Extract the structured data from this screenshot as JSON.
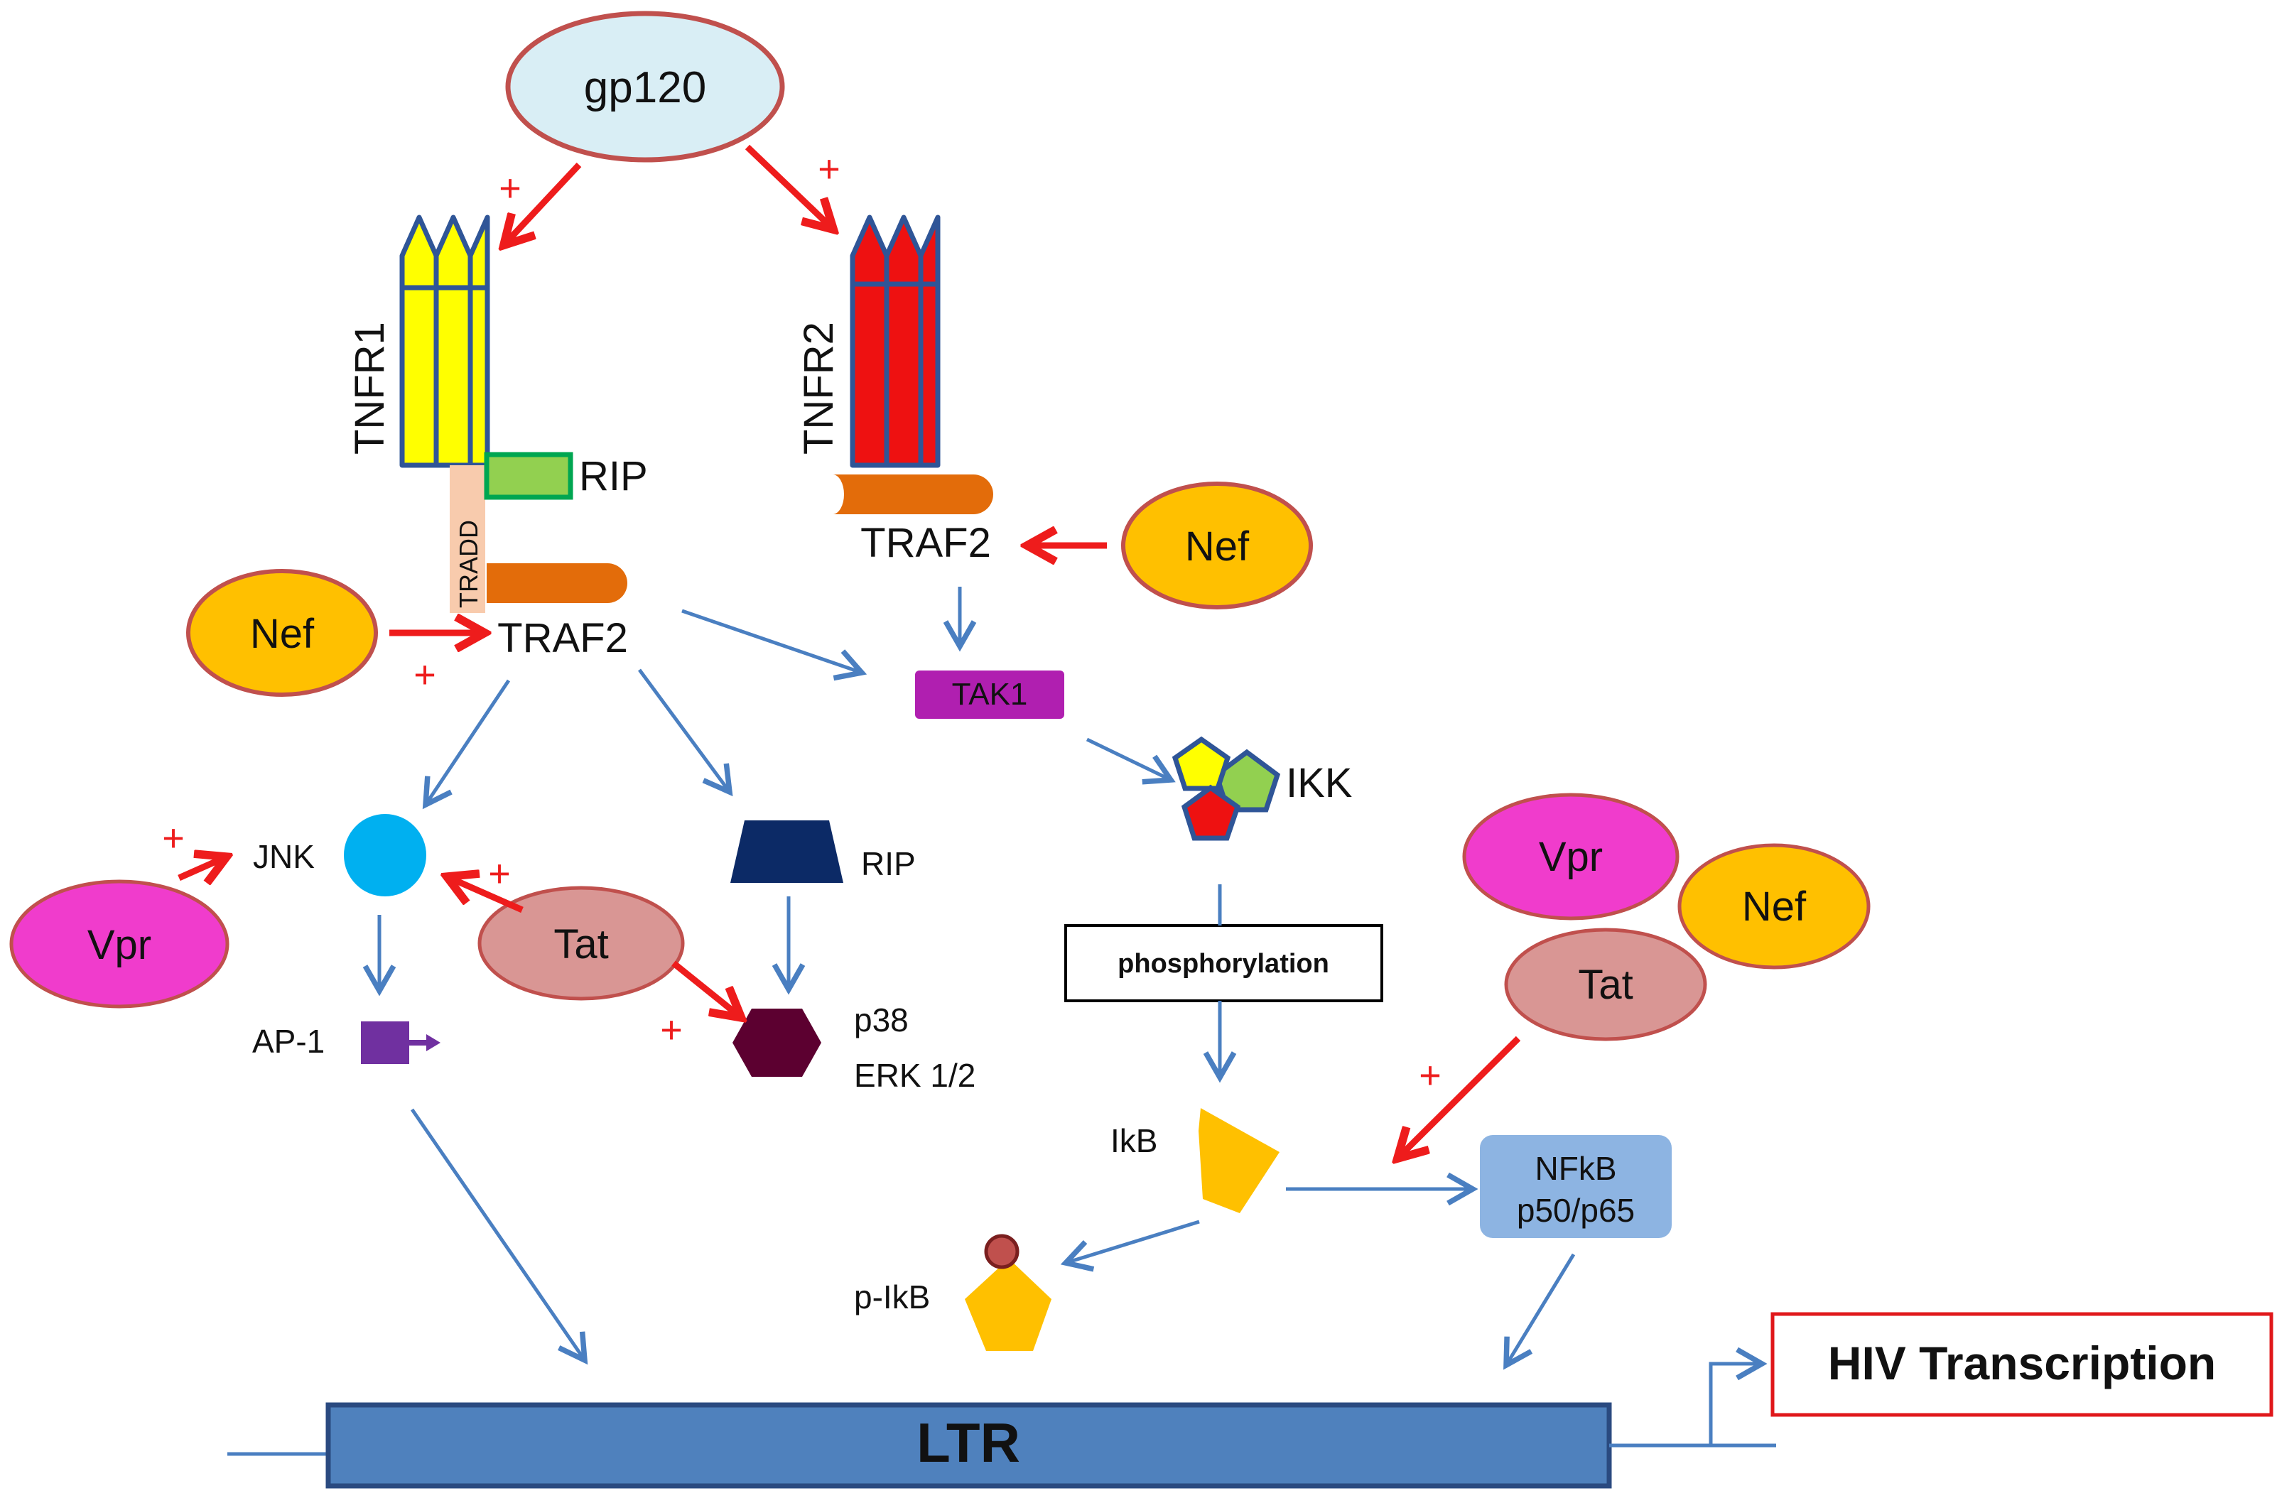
{
  "labels": {
    "gp120": "gp120",
    "tnfr1": "TNFR1",
    "tnfr2": "TNFR2",
    "rip_receptor": "RIP",
    "tradd": "TRADD",
    "traf2_left": "TRAF2",
    "traf2_right": "TRAF2",
    "nef_left": "Nef",
    "nef_right": "Nef",
    "nef_cluster": "Nef",
    "tak1": "TAK1",
    "ikk": "IKK",
    "jnk": "JNK",
    "rip_kinase": "RIP",
    "vpr_left": "Vpr",
    "vpr_cluster": "Vpr",
    "tat_center": "Tat",
    "tat_cluster": "Tat",
    "ap1": "AP-1",
    "p38": "p38",
    "erk": "ERK 1/2",
    "phosphorylation": "phosphorylation",
    "ikb": "IkB",
    "p_ikb": "p-IkB",
    "nfkb_line1": "NFkB",
    "nfkb_line2": "p50/p65",
    "ltr": "LTR",
    "hiv_transcription": "HIV Transcription"
  },
  "plus_sign": "+",
  "colors": {
    "arrow_blue": "#4a7fc1",
    "arrow_red": "#ee1c1c",
    "gp120_fill": "#d9eef5",
    "gp120_border": "#c0504d",
    "nef_fill": "#ffc000",
    "vpr_fill": "#f03ccc",
    "tat_fill": "#d99694",
    "tnfr1_fill": "#ffff00",
    "tnfr2_fill": "#ee1111",
    "receptor_border": "#2f5597",
    "rip_receptor_fill": "#92d050",
    "tradd_fill": "#f8cbad",
    "traf2_fill": "#e36c0a",
    "tak1_fill": "#b01fb0",
    "jnk_fill": "#00b0f0",
    "rip_kinase_fill": "#0c2a66",
    "p38_fill": "#5c0030",
    "ap1_fill": "#7030a0",
    "ikb_fill": "#ffc000",
    "nfkb_fill": "#8db4e2",
    "ltr_fill": "#4f81bd",
    "hiv_border": "#e0181b"
  },
  "icons": [
    "receptor-icon",
    "kinase-complex-icon",
    "trapezoid-icon",
    "hexagon-icon",
    "pentagon-icon",
    "phosphate-dot-icon",
    "promoter-arrow-icon"
  ]
}
